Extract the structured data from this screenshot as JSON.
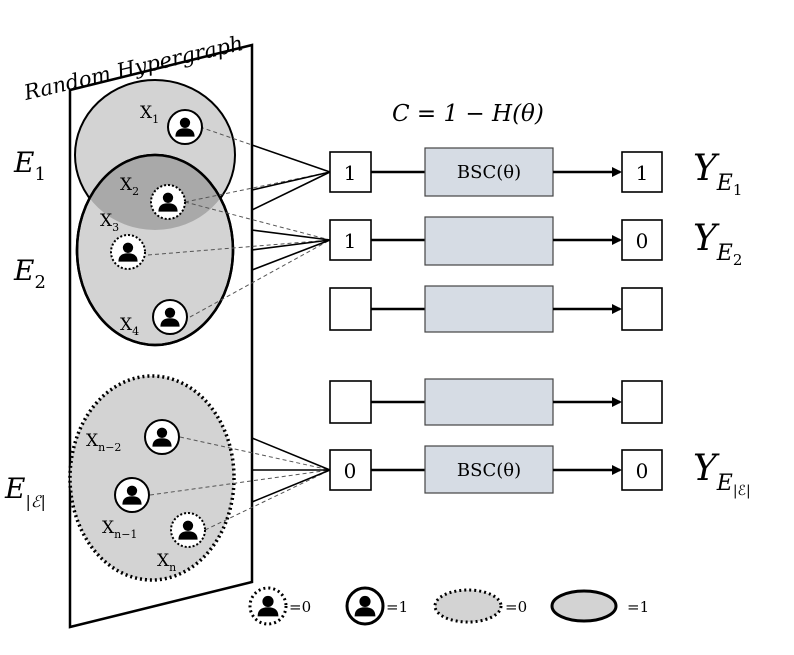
{
  "panel_title": "Random Hypergraph",
  "capacity_formula": "C = 1 − H(θ)",
  "edge_labels": {
    "e1": {
      "base": "E",
      "sub": "1"
    },
    "e2": {
      "base": "E",
      "sub": "2"
    },
    "en": {
      "base": "E",
      "sub": "|ℰ|"
    }
  },
  "nodes": {
    "x1": {
      "base": "X",
      "sub": "1"
    },
    "x2": {
      "base": "X",
      "sub": "2"
    },
    "x3": {
      "base": "X",
      "sub": "3"
    },
    "x4": {
      "base": "X",
      "sub": "4"
    },
    "xn2": {
      "base": "X",
      "sub": "n−2"
    },
    "xn1": {
      "base": "X",
      "sub": "n−1"
    },
    "xn": {
      "base": "X",
      "sub": "n"
    }
  },
  "channels": [
    {
      "input": "1",
      "label": "BSC(θ)",
      "output": "1",
      "y_base": "Y",
      "y_sub": "E",
      "y_subsub": "1"
    },
    {
      "input": "1",
      "label": "",
      "output": "0",
      "y_base": "Y",
      "y_sub": "E",
      "y_subsub": "2"
    },
    {
      "input": "",
      "label": "",
      "output": "",
      "y_base": "",
      "y_sub": "",
      "y_subsub": ""
    },
    {
      "input": "",
      "label": "",
      "output": "",
      "y_base": "",
      "y_sub": "",
      "y_subsub": ""
    },
    {
      "input": "0",
      "label": "BSC(θ)",
      "output": "0",
      "y_base": "Y",
      "y_sub": "E",
      "y_subsub": "|ℰ|"
    }
  ],
  "legend": [
    {
      "symbol": "node-dotted",
      "text": "=0"
    },
    {
      "symbol": "node-solid",
      "text": "=1"
    },
    {
      "symbol": "edge-dotted",
      "text": "=0"
    },
    {
      "symbol": "edge-solid",
      "text": "=1"
    }
  ],
  "colors": {
    "edge_fill": "#d3d3d3",
    "edge_overlap": "#a9a9a9",
    "channel_fill": "#d6dce4",
    "stroke": "#000000"
  }
}
